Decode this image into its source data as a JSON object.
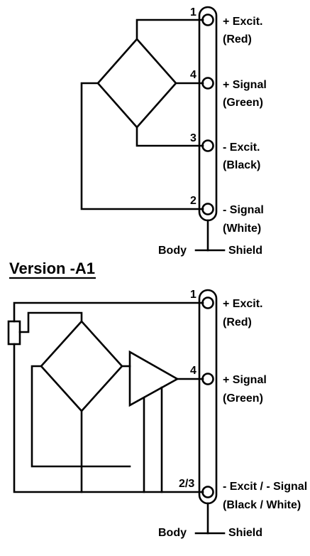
{
  "upper": {
    "pins": [
      {
        "number": "1",
        "label1": "+ Excit.",
        "label2": "(Red)"
      },
      {
        "number": "4",
        "label1": "+ Signal",
        "label2": "(Green)"
      },
      {
        "number": "3",
        "label1": "- Excit.",
        "label2": "(Black)"
      },
      {
        "number": "2",
        "label1": "- Signal",
        "label2": "(White)"
      }
    ],
    "body_label": "Body",
    "shield_label": "Shield"
  },
  "lower": {
    "title": "Version -A1",
    "pins": [
      {
        "number": "1",
        "label1": "+ Excit.",
        "label2": "(Red)"
      },
      {
        "number": "4",
        "label1": "+ Signal",
        "label2": "(Green)"
      },
      {
        "number": "2/3",
        "label1": "- Excit / - Signal",
        "label2": "(Black / White)"
      }
    ],
    "body_label": "Body",
    "shield_label": "Shield"
  }
}
